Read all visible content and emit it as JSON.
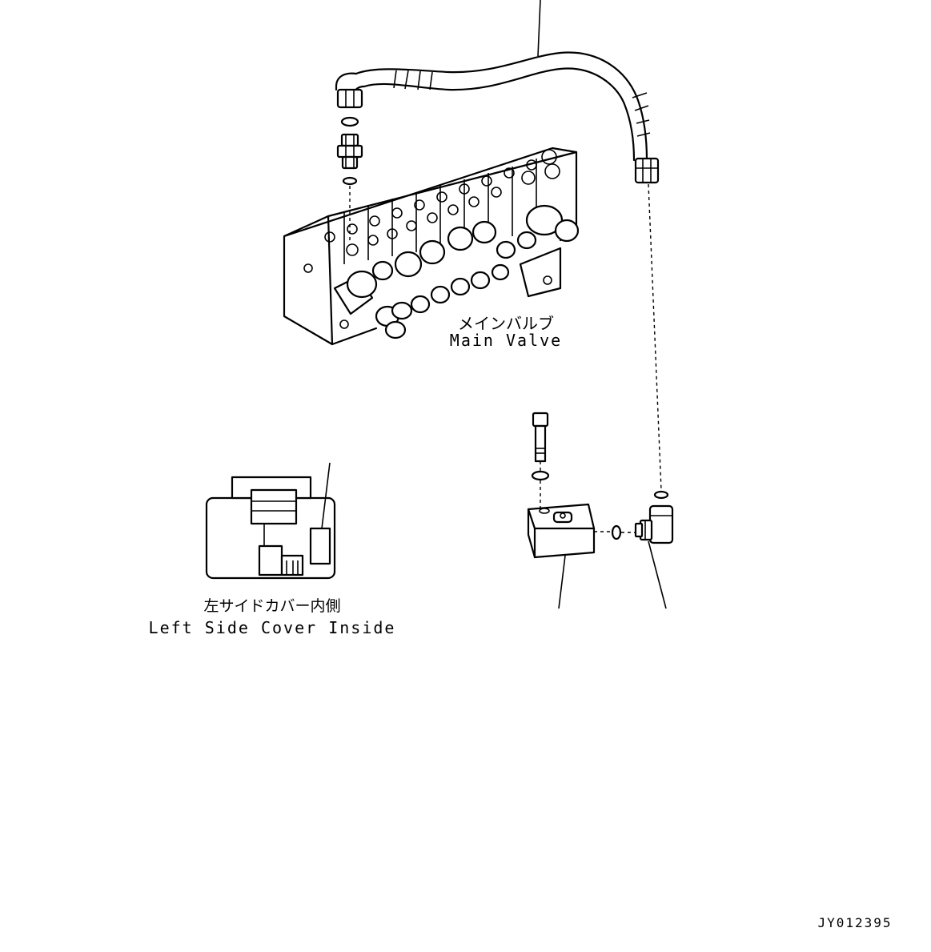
{
  "labels": {
    "main_valve_jp": "メインバルブ",
    "main_valve_en": "Main Valve",
    "left_cover_jp": "左サイドカバー内側",
    "left_cover_en": "Left Side Cover Inside",
    "drawing_id": "JY012395"
  },
  "icons": [
    "hose-icon",
    "main-valve-icon",
    "fitting-icon",
    "o-ring-icon",
    "bolt-icon",
    "washer-icon",
    "block-icon",
    "elbow-icon",
    "cover-inside-icon"
  ]
}
